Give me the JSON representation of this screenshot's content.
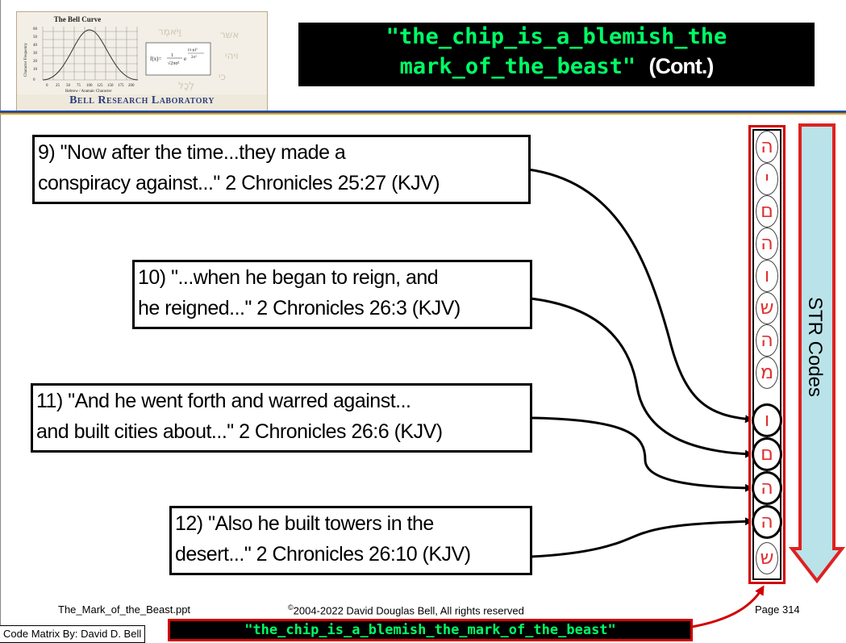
{
  "logo": {
    "chart_title": "The Bell Curve",
    "y_axis_label": "Character Frequency",
    "x_axis_label": "Hebrew / Aramaic Character",
    "y_ticks": [
      "60",
      "50",
      "40",
      "30",
      "20",
      "10",
      "0"
    ],
    "x_ticks": [
      "0",
      "25",
      "50",
      "75",
      "100",
      "125",
      "150",
      "175",
      "200"
    ],
    "lab_name": "Bell Research Laboratory"
  },
  "title": {
    "code_line1": "\"the_chip_is_a_blemish_the",
    "code_line2": "mark_of_the_beast\"",
    "suffix": "(Cont.)"
  },
  "verses": [
    {
      "line1": "9) \"Now after the time...they made a",
      "line2": "conspiracy against...\" 2 Chronicles 25:27 (KJV)"
    },
    {
      "line1": "10) \"...when he began to reign, and",
      "line2": "he reigned...\" 2 Chronicles 26:3 (KJV)"
    },
    {
      "line1": "11) \"And he went forth and warred against...",
      "line2": "and built cities about...\" 2 Chronicles 26:6 (KJV)"
    },
    {
      "line1": "12) \"Also he built towers in the",
      "line2": "desert...\" 2 Chronicles 26:10 (KJV)"
    }
  ],
  "str_codes": {
    "label": "STR Codes",
    "letters": [
      "ה",
      "י",
      "ם",
      "ה",
      "ו",
      "ש",
      "ה",
      "מ",
      "ו",
      "ם",
      "ה",
      "ה",
      "ש"
    ],
    "colors": {
      "letter": "#e03030",
      "column_border": "#d20000",
      "arrow_fill": "#b9e3e8",
      "arrow_border": "#e02020"
    }
  },
  "footer": {
    "filename": "The_Mark_of_the_Beast.ppt",
    "copyright_mark": "©",
    "copyright": "2004-2022 David Douglas Bell, All rights reserved",
    "page": "Page 314",
    "code_credit": "Code Matrix By: David D. Bell",
    "code_phrase": "\"the_chip_is_a_blemish_the_mark_of_the_beast\""
  }
}
